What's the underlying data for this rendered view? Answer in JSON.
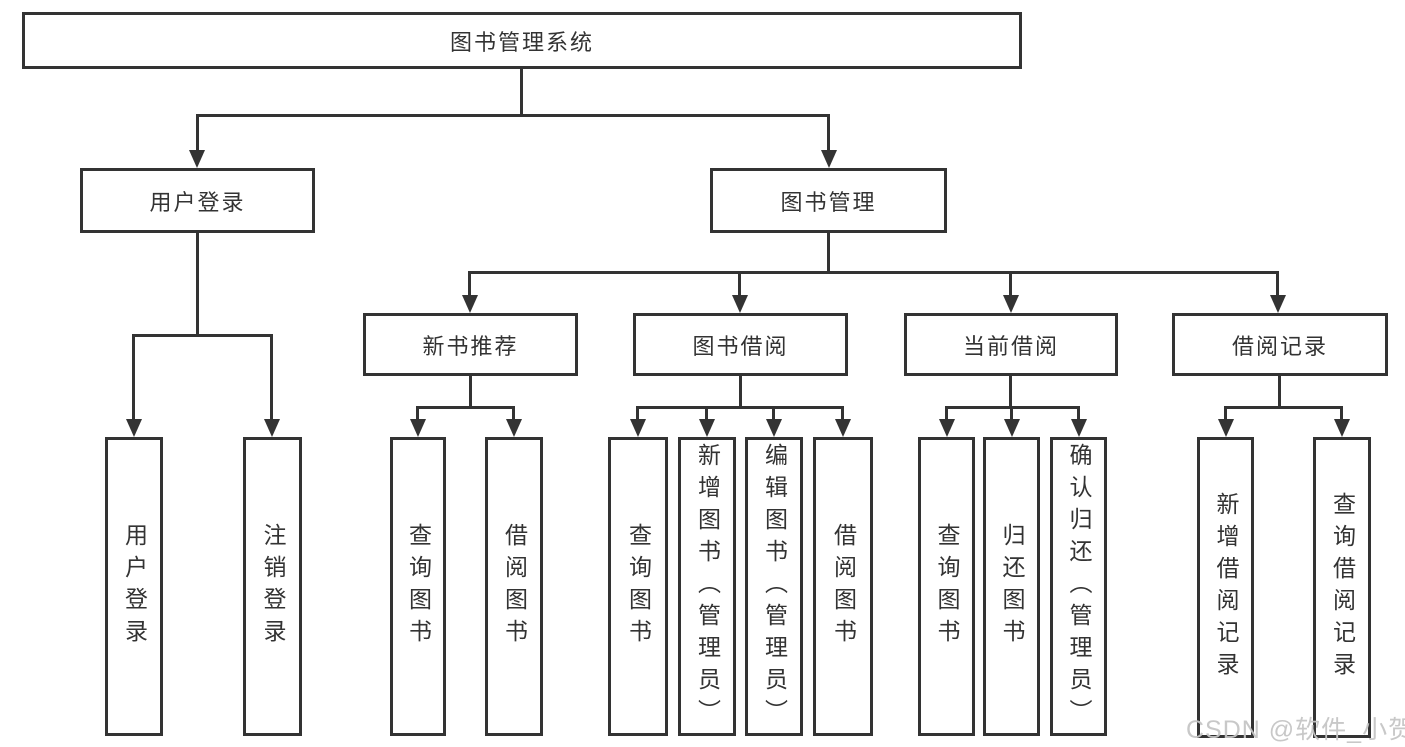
{
  "colors": {
    "line": "#333333",
    "box_border": "#333333",
    "text": "#333333",
    "watermark": "#c5c5c5",
    "background": "#ffffff"
  },
  "tree": {
    "root": {
      "label": "图书管理系统"
    },
    "branches": [
      {
        "label": "用户登录",
        "children": [
          {
            "label": "用户登录"
          },
          {
            "label": "注销登录"
          }
        ]
      },
      {
        "label": "图书管理",
        "children": [
          {
            "label": "新书推荐",
            "children": [
              {
                "label": "查询图书"
              },
              {
                "label": "借阅图书"
              }
            ]
          },
          {
            "label": "图书借阅",
            "children": [
              {
                "label": "查询图书"
              },
              {
                "label": "新增图书（管理员）"
              },
              {
                "label": "编辑图书（管理员）"
              },
              {
                "label": "借阅图书"
              }
            ]
          },
          {
            "label": "当前借阅",
            "children": [
              {
                "label": "查询图书"
              },
              {
                "label": "归还图书"
              },
              {
                "label": "确认归还（管理员）"
              }
            ]
          },
          {
            "label": "借阅记录",
            "children": [
              {
                "label": "新增借阅记录"
              },
              {
                "label": "查询借阅记录"
              }
            ]
          }
        ]
      }
    ]
  },
  "watermark": {
    "text": "CSDN @软件_小贺同学"
  }
}
